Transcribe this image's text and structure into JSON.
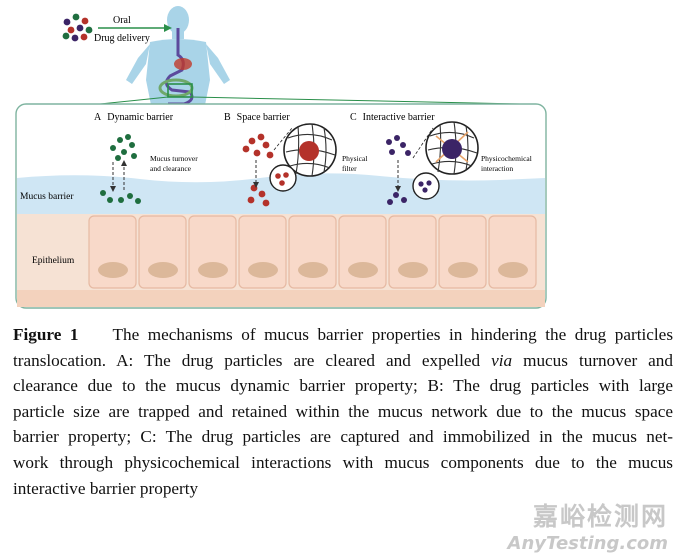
{
  "figure": {
    "top_labels": {
      "oral": "Oral",
      "drug_delivery": "Drug delivery"
    },
    "panels": [
      {
        "letter": "A",
        "title": "Dynamic barrier",
        "note_lines": [
          "Mucus turnover",
          "and clearance"
        ]
      },
      {
        "letter": "B",
        "title": "Space barrier",
        "note_lines": [
          "Physical",
          "filter"
        ]
      },
      {
        "letter": "C",
        "title": "Interactive barrier",
        "note_lines": [
          "Physicochemical",
          "interaction"
        ]
      }
    ],
    "layer_labels": {
      "mucus": "Mucus barrier",
      "epithelium": "Epithelium"
    },
    "colors": {
      "particle_green": "#1f6e3f",
      "particle_red": "#b4322a",
      "particle_purple": "#3b2466",
      "mucus": "#cfe6f4",
      "epithelium_cell": "#f8d9c9",
      "nucleus": "#dcb89a",
      "body": "#a9d4e8",
      "frame": "#7fb4a0"
    }
  },
  "caption": {
    "label": "Figure 1",
    "line1_rest": "The mechanisms of mucus barrier properties in hindering the drug particles",
    "line2_pre": "translocation. A: The drug particles are cleared and expelled ",
    "line2_italic": "via",
    "line2_post": " mucus turnover and",
    "line3": "clearance due to the mucus dynamic barrier property; B: The drug particles with large",
    "line4": "particle size are trapped and retained within the mucus network due to the mucus space",
    "line5": "barrier property; C: The drug particles are captured and immobilized in the mucus net-",
    "line6": "work through physicochemical interactions with mucus components due to the mucus",
    "line7": "interactive barrier property"
  },
  "watermark": {
    "cn": "嘉峪检测网",
    "en": "AnyTesting.com"
  }
}
